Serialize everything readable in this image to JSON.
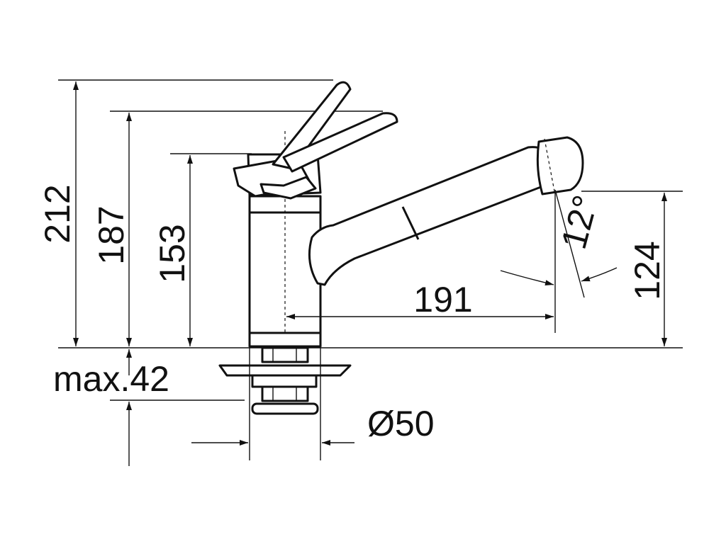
{
  "drawing": {
    "kind": "faucet-technical-drawing",
    "ink_color": "#111111",
    "background": "#ffffff",
    "dimensions": {
      "height_lever_top": "212",
      "height_lever_rest": "187",
      "height_body": "153",
      "spout_reach": "191",
      "spout_height": "124",
      "spout_angle": "12°",
      "max_counter_thickness": "max.42",
      "hole_diameter": "Ø50"
    }
  }
}
